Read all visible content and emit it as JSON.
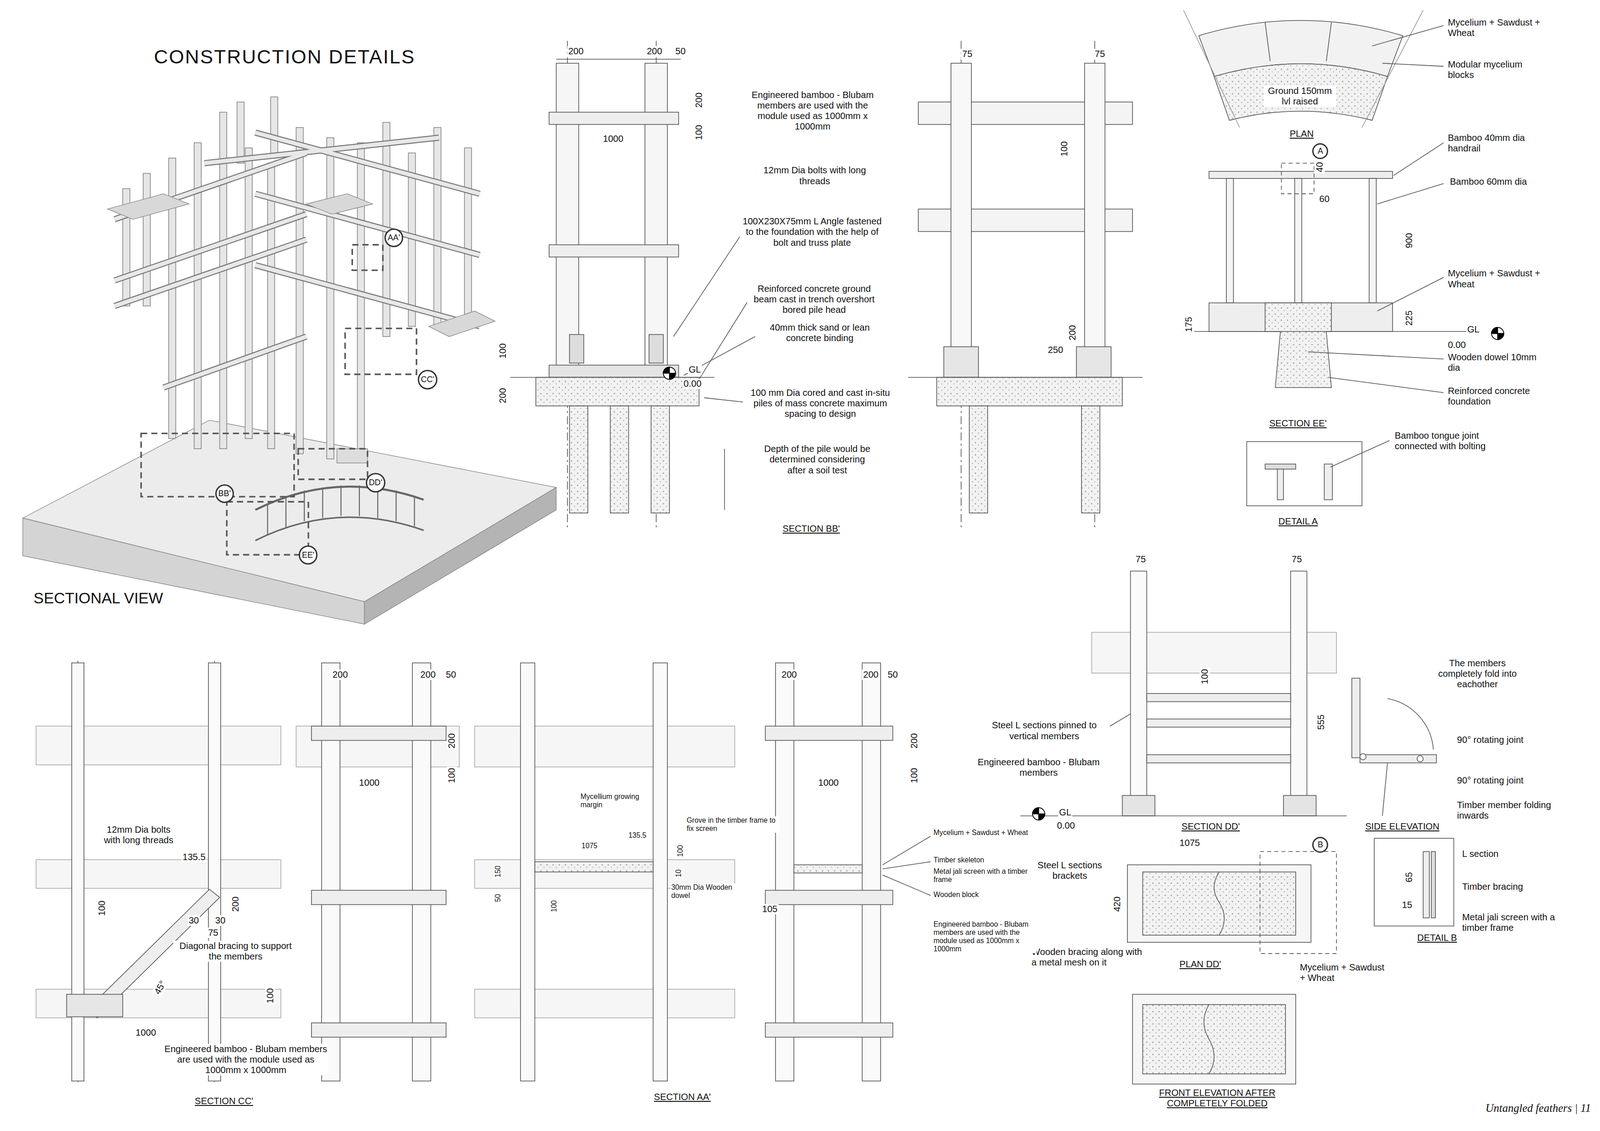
{
  "diagram": {
    "title": "CONSTRUCTION DETAILS",
    "caption": "Untangled feathers | 11",
    "nodes": [
      {
        "text": [
          "AA'"
        ]
      },
      {
        "text": [
          "CC'"
        ]
      },
      {
        "text": [
          "BB'"
        ]
      },
      {
        "text": [
          "DD'"
        ]
      },
      {
        "text": [
          "EE'"
        ]
      },
      {
        "text": [
          "A"
        ]
      },
      {
        "text": [
          "B"
        ]
      }
    ],
    "labels": [
      "200",
      "200",
      "50",
      "200",
      "100",
      "1000",
      "Engineered bamboo - Blubam members are used with the module used as 1000mm x 1000mm",
      "12mm Dia bolts with long threads",
      "100X230X75mm L Angle fastened to the foundation with the help of bolt and truss plate",
      "Reinforced concrete ground beam cast in trench overshort bored pile head",
      "40mm thick sand or lean concrete binding",
      "100 mm Dia cored and cast in-situ piles of mass concrete maximum spacing to design",
      "Depth of the pile would be determined considering after a soil test",
      "SECTION BB'",
      "100",
      "200",
      "GL",
      "0.00",
      "75",
      "75",
      "100",
      "200",
      "250",
      "Mycelium + Sawdust + Wheat",
      "Modular mycelium blocks",
      "Ground 150mm lvl raised",
      "PLAN",
      "Bamboo 40mm dia handrail",
      "Bamboo 60mm dia",
      "40",
      "60",
      "900",
      "Mycelium + Sawdust + Wheat",
      "175",
      "225",
      "GL",
      "0.00",
      "Wooden dowel 10mm dia",
      "Reinforced concrete foundation",
      "SECTION EE'",
      "Bamboo tongue joint connected with bolting",
      "DETAIL A",
      "SECTIONAL VIEW",
      "75",
      "75",
      "100",
      "555",
      "Steel L sections pinned to vertical members",
      "Engineered bamboo - Blubam members",
      "GL",
      "0.00",
      "SECTION DD'",
      "The members completely fold into eachother",
      "90° rotating joint",
      "90° rotating joint",
      "Timber member folding inwards",
      "SIDE ELEVATION",
      "1075",
      "Steel L sections brackets",
      "420",
      "L section",
      "65",
      "Timber bracing",
      "15",
      "Metal jali screen with a timber frame",
      "DETAIL B",
      "Wooden bracing along with a metal mesh on it",
      "PLAN DD'",
      "Mycelium + Sawdust + Wheat",
      "FRONT ELEVATION AFTER COMPLETELY FOLDED",
      "12mm Dia bolts with long threads",
      "135.5",
      "100",
      "200",
      "30",
      "30",
      "75",
      "Diagonal bracing to support the members",
      "45°",
      "1000",
      "Engineered bamboo - Blubam members are used with the module used as 1000mm x 1000mm",
      "SECTION CC'",
      "200",
      "200",
      "50",
      "200",
      "100",
      "1000",
      "100",
      "Mycellium growing margin",
      "135.5",
      "1075",
      "Grove in the timber frame to fix screen",
      "100",
      "150",
      "50",
      "10",
      "30mm Dia Wooden dowel",
      "100",
      "SECTION AA'",
      "200",
      "200",
      "50",
      "200",
      "100",
      "1000",
      "105",
      "Mycelium + Sawdust + Wheat",
      "Timber skeleton",
      "Metal jali screen with a timber frame",
      "Wooden block",
      "Engineered bamboo - Blubam members are used with the module used as 1000mm x 1000mm"
    ]
  }
}
